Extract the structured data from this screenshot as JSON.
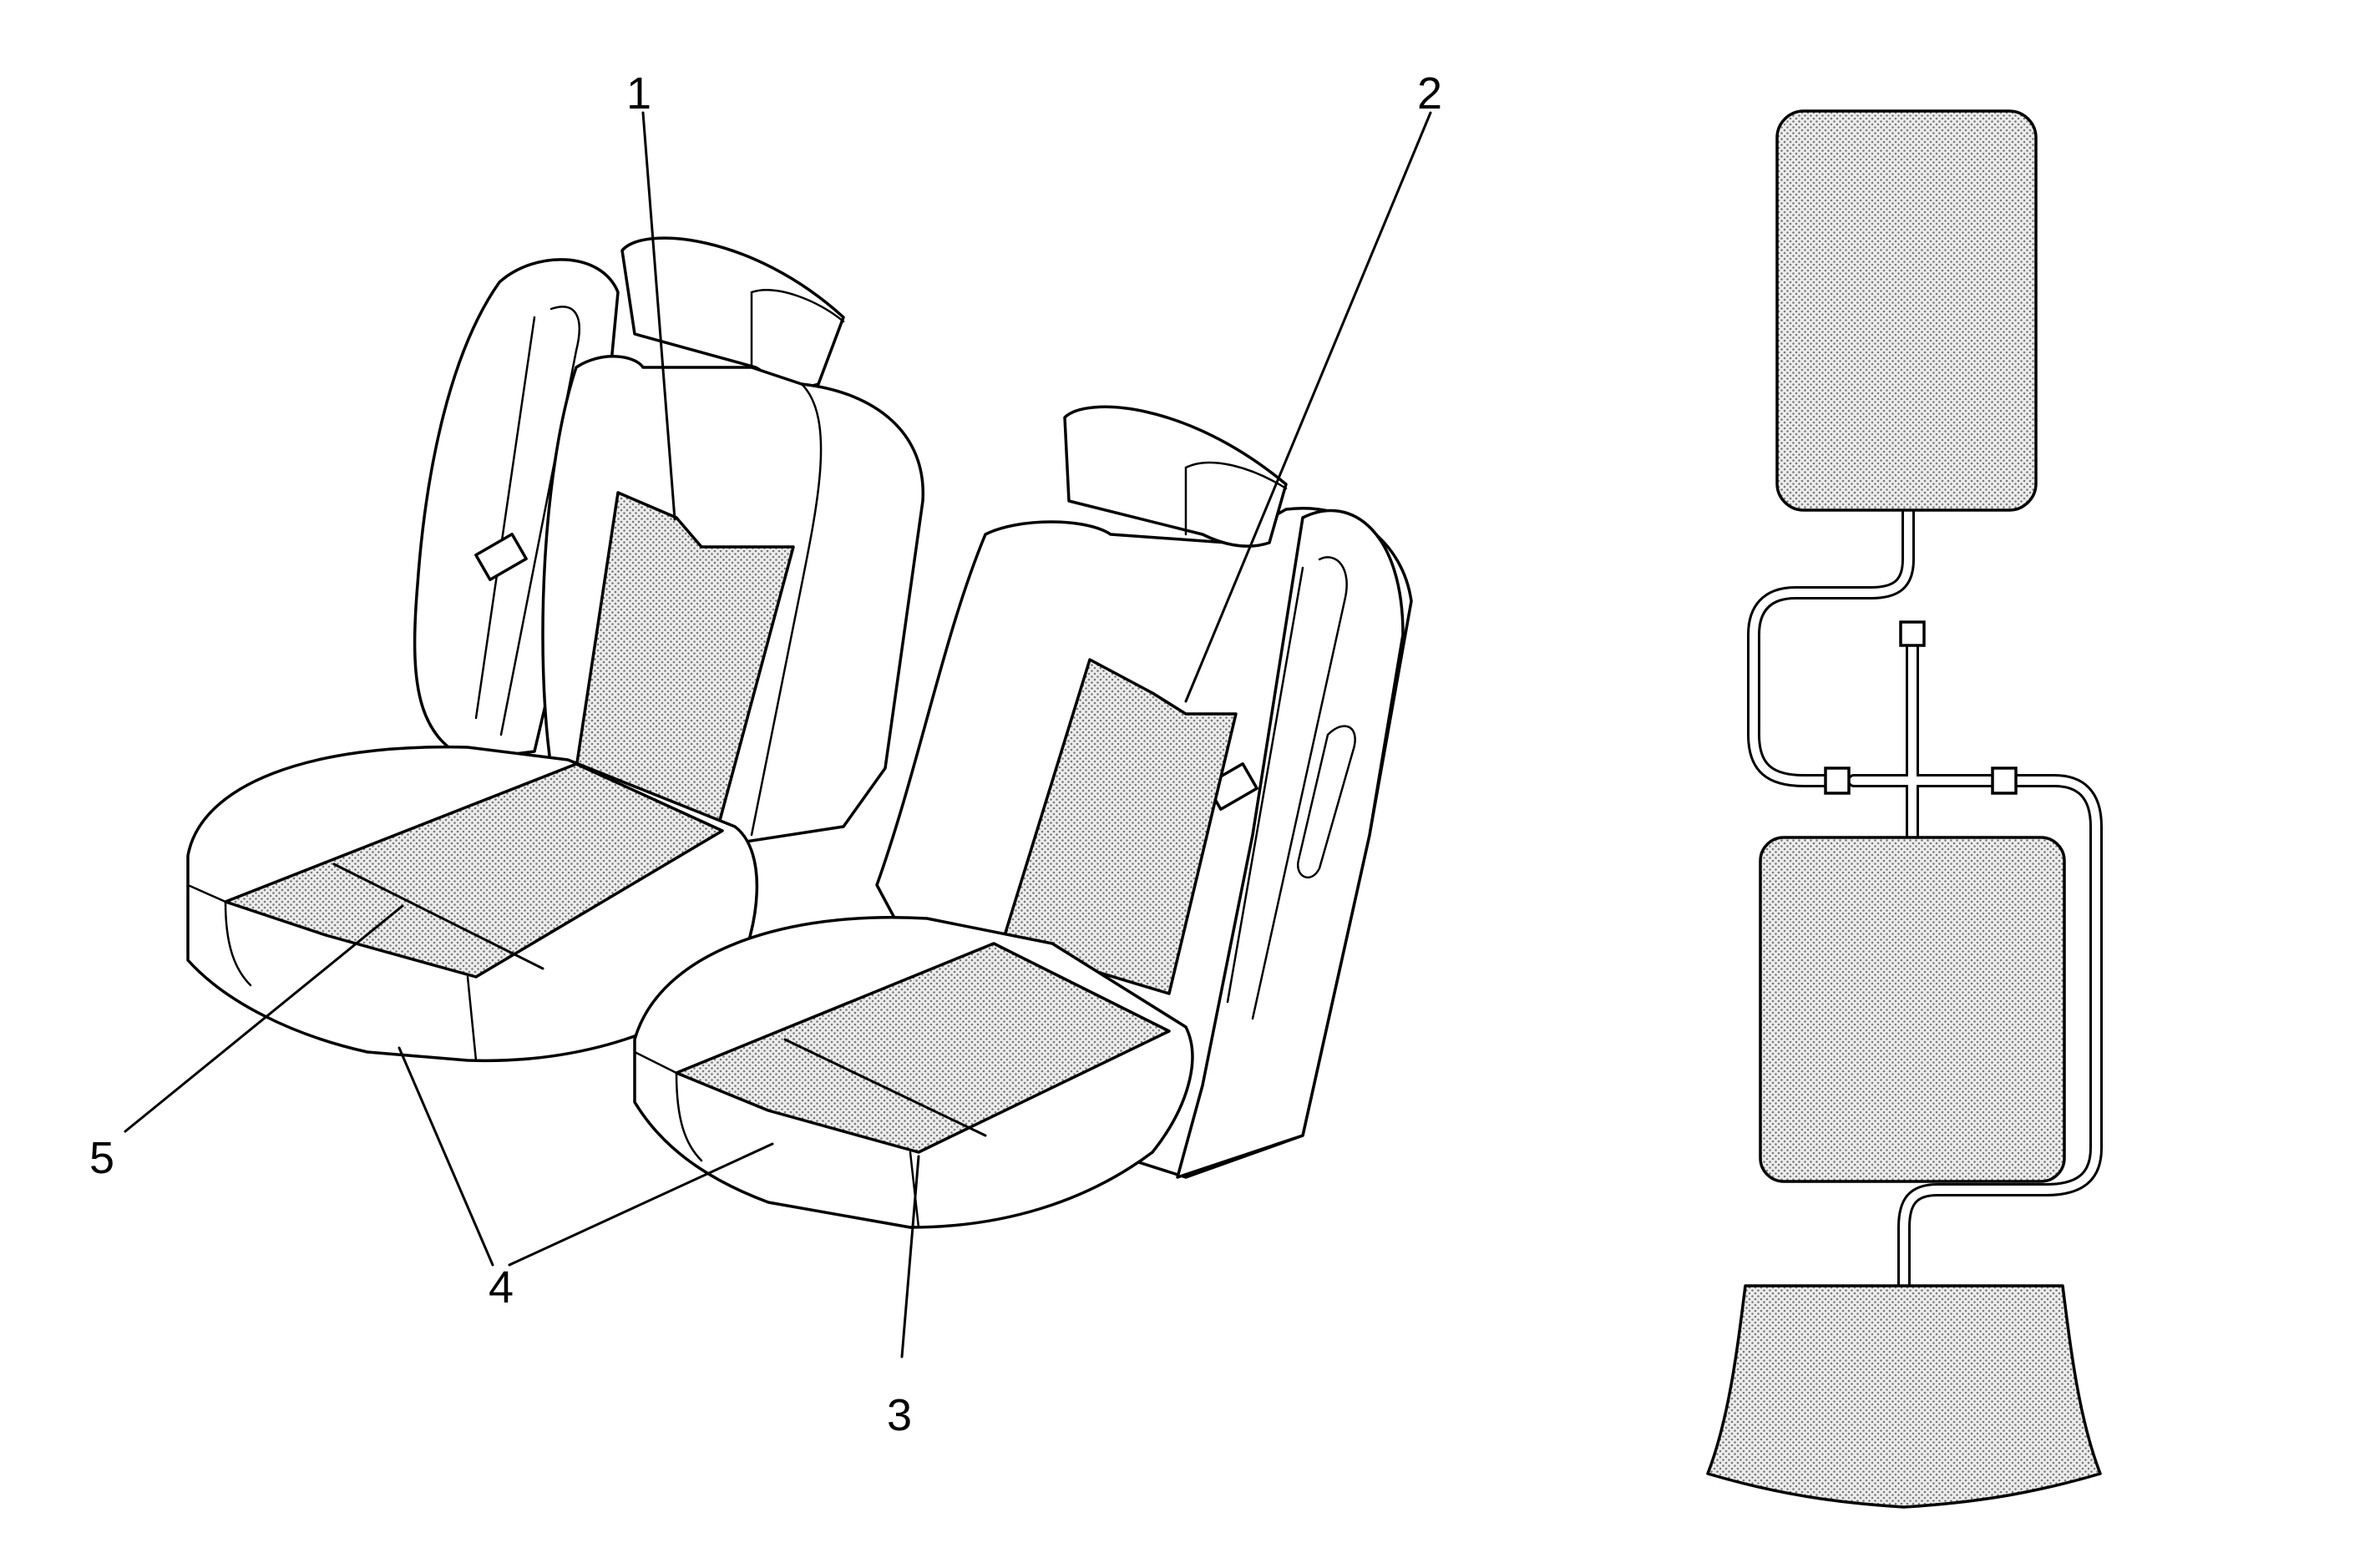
{
  "callouts": {
    "c1": "1",
    "c2": "2",
    "c3": "3",
    "c4": "4",
    "c5": "5"
  },
  "colors": {
    "line": "#000000",
    "background": "#ffffff",
    "heated_area_dot": "#7a7a7a"
  }
}
